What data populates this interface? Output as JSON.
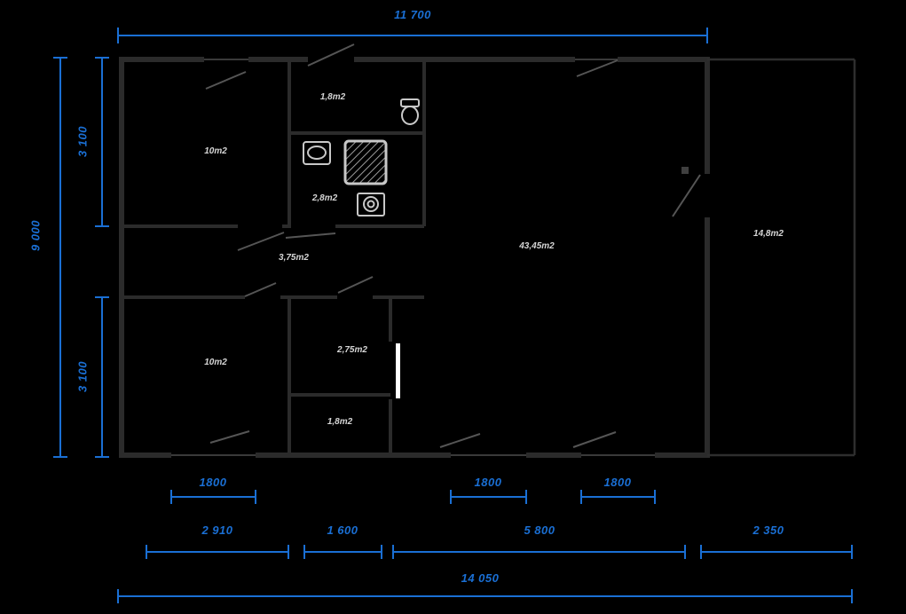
{
  "drawing": {
    "type": "floor-plan",
    "colors": {
      "background": "#000000",
      "dimension_accent": "#1a6fd4",
      "wall": "#2b2b2b",
      "door_swing": "#555555",
      "fixture": "#c8c8c8",
      "room_label": "#d5d5d5",
      "door_leaf": "#ffffff"
    }
  },
  "dimension_labels": {
    "top_total": "11 700",
    "left_total": "9 000",
    "left_upper": "3 100",
    "left_lower": "3 100",
    "window_left": "1800",
    "window_mid": "1800",
    "window_right": "1800",
    "seg_1": "2 910",
    "seg_2": "1 600",
    "seg_3": "5 800",
    "seg_4": "2 350",
    "bottom_total": "14 050"
  },
  "room_labels": {
    "wc": "1,8m2",
    "bedroom_top": "10m2",
    "bathroom": "2,8m2",
    "hallway": "3,75m2",
    "living": "43,45m2",
    "terrace": "14,8m2",
    "hall_lower": "2,75m2",
    "bedroom_bottom": "10m2",
    "closet": "1,8m2"
  }
}
